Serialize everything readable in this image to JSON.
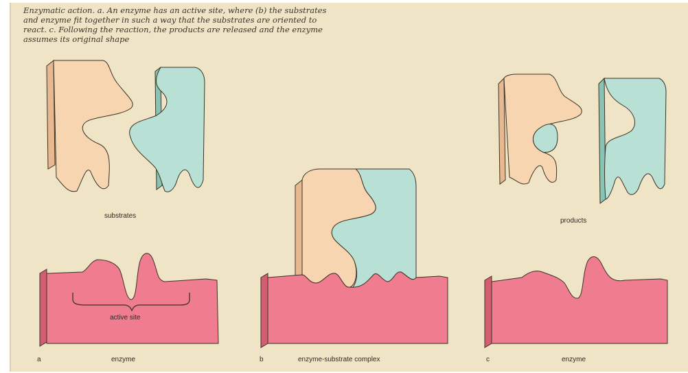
{
  "caption": "Enzymatic action. a. An enzyme has an active site, where (b) the substrates and enzyme fit together in such a way that the substrates are oriented to react. c. Following the reaction, the products are released and the enzyme assumes its original shape",
  "labels": {
    "substrates": "substrates",
    "products": "products",
    "active_site": "active site",
    "enzyme_a": "enzyme",
    "complex": "enzyme-substrate complex",
    "enzyme_c": "enzyme"
  },
  "panels": {
    "a": "a",
    "b": "b",
    "c": "c"
  },
  "colors": {
    "background": "#f0e4c6",
    "substrate_peach": "#f7d5b1",
    "substrate_teal": "#b8e0d4",
    "enzyme_pink": "#f07c8f",
    "outline": "#3a3226"
  }
}
